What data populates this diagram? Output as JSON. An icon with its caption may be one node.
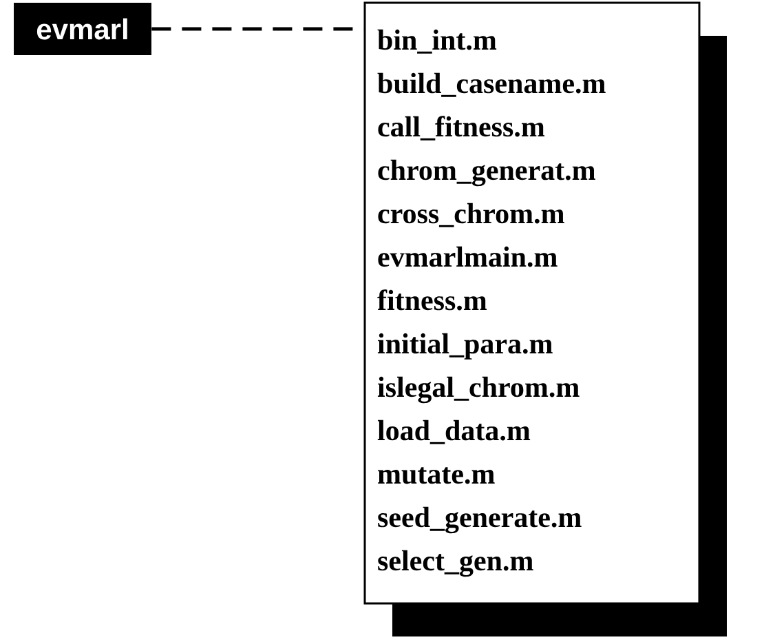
{
  "diagram": {
    "nodes": [
      {
        "text": [
          "evmarl"
        ]
      },
      {
        "text": [
          "bin_int.m",
          "build_casename.m",
          "call_fitness.m",
          "chrom_generat.m",
          "cross_chrom.m",
          "evmarlmain.m",
          "fitness.m",
          "initial_para.m",
          "islegal_chrom.m",
          "load_data.m",
          "mutate.m",
          "seed_generate.m",
          "select_gen.m"
        ]
      }
    ],
    "edges": [
      {
        "from": 0,
        "to": 1,
        "arrow": "none",
        "style": "dashed"
      }
    ]
  }
}
